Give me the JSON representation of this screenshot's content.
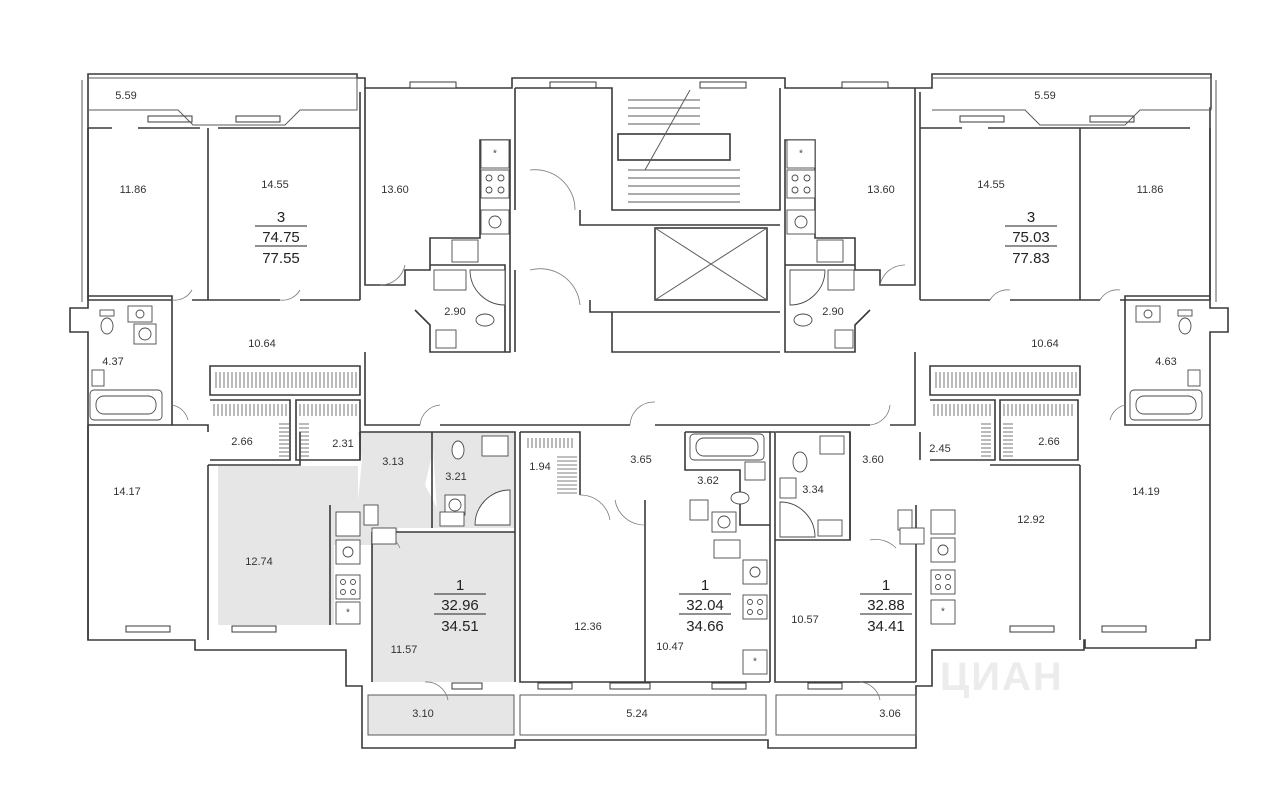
{
  "rooms": [
    "5.59",
    "11.86",
    "14.55",
    "13.60",
    "2.90",
    "4.37",
    "10.64",
    "2.66",
    "2.31",
    "3.13",
    "3.21",
    "14.17",
    "12.74",
    "11.57",
    "3.10",
    "1.94",
    "3.65",
    "3.62",
    "12.36",
    "10.47",
    "5.24",
    "5.59",
    "13.60",
    "14.55",
    "11.86",
    "2.90",
    "10.64",
    "4.63",
    "3.34",
    "3.60",
    "2.45",
    "2.66",
    "12.92",
    "14.19",
    "10.57",
    "3.06"
  ],
  "apartments": [
    {
      "rooms": "3",
      "area_living": "74.75",
      "area_total": "77.55"
    },
    {
      "rooms": "1",
      "area_living": "32.96",
      "area_total": "34.51"
    },
    {
      "rooms": "1",
      "area_living": "32.04",
      "area_total": "34.66"
    },
    {
      "rooms": "1",
      "area_living": "32.88",
      "area_total": "34.41"
    },
    {
      "rooms": "3",
      "area_living": "75.03",
      "area_total": "77.83"
    }
  ],
  "watermark": "ЦИАН",
  "icons": {
    "stove": "stove-icon",
    "sink": "sink-icon",
    "toilet": "toilet-icon",
    "bathtub": "bathtub-icon",
    "shower": "shower-icon",
    "washer": "washer-icon",
    "fridge": "fridge-icon",
    "elevator": "elevator-icon",
    "stairs": "stairs-icon"
  }
}
